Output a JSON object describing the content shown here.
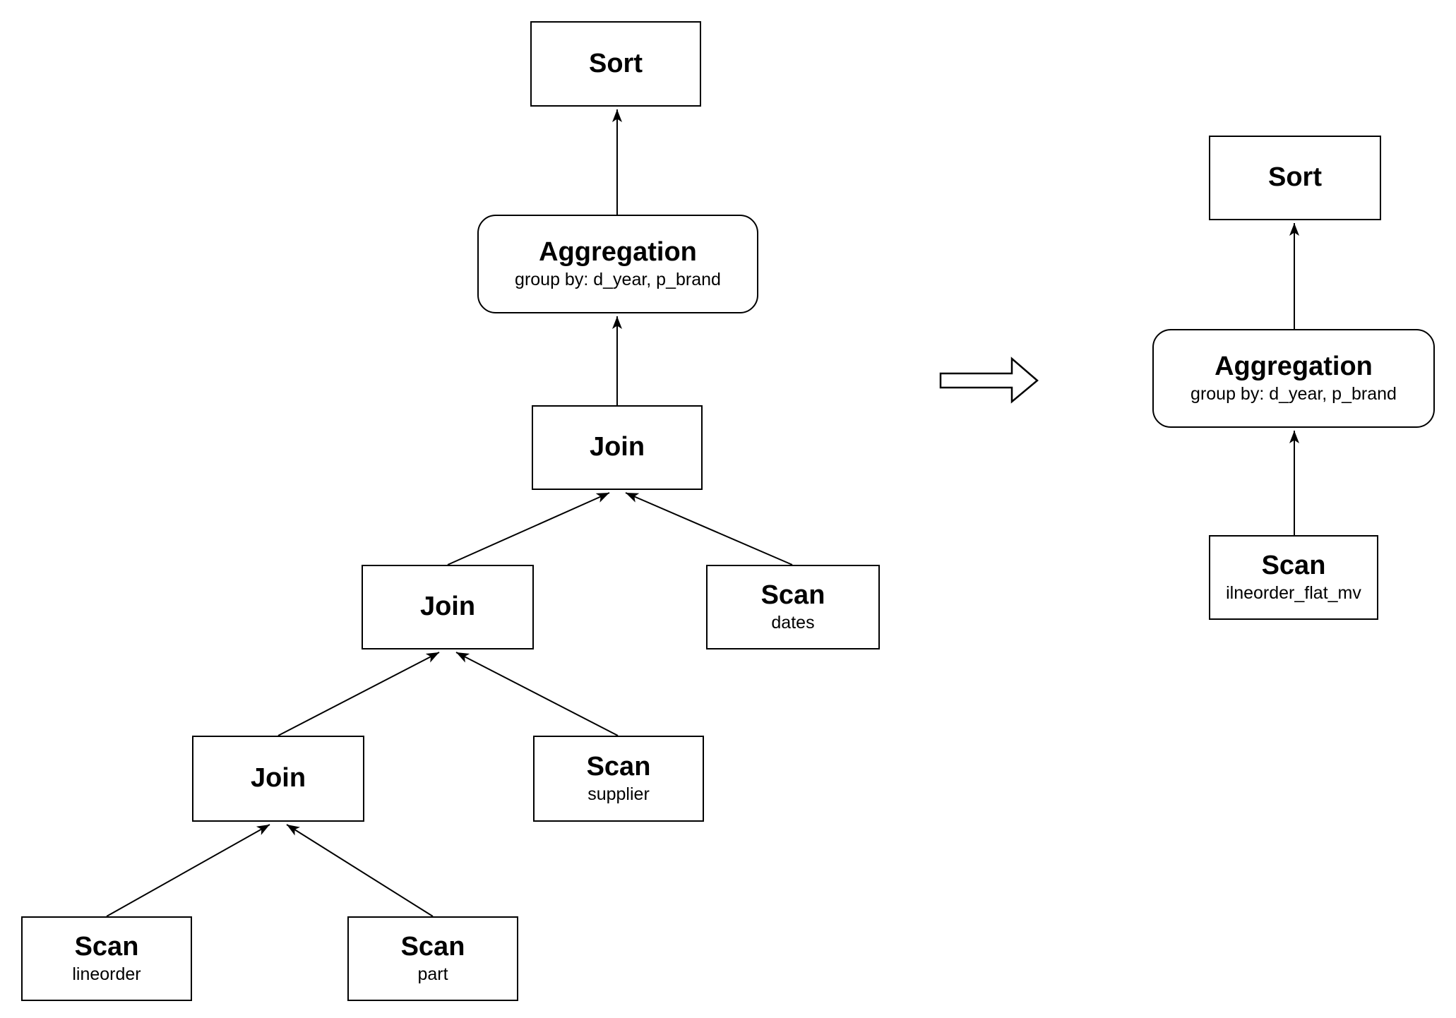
{
  "canvas": {
    "background": "#ffffff",
    "line_color": "#000000"
  },
  "left_plan": {
    "sort": {
      "label": "Sort"
    },
    "aggregation": {
      "label": "Aggregation",
      "sublabel": "group by: d_year, p_brand"
    },
    "join_top": {
      "label": "Join"
    },
    "join_mid": {
      "label": "Join"
    },
    "scan_dates": {
      "label": "Scan",
      "sublabel": "dates"
    },
    "join_bottom": {
      "label": "Join"
    },
    "scan_supplier": {
      "label": "Scan",
      "sublabel": "supplier"
    },
    "scan_lineorder": {
      "label": "Scan",
      "sublabel": "lineorder"
    },
    "scan_part": {
      "label": "Scan",
      "sublabel": "part"
    }
  },
  "right_plan": {
    "sort": {
      "label": "Sort"
    },
    "aggregation": {
      "label": "Aggregation",
      "sublabel": "group by: d_year, p_brand"
    },
    "scan_mv": {
      "label": "Scan",
      "sublabel": "ilneorder_flat_mv"
    }
  }
}
